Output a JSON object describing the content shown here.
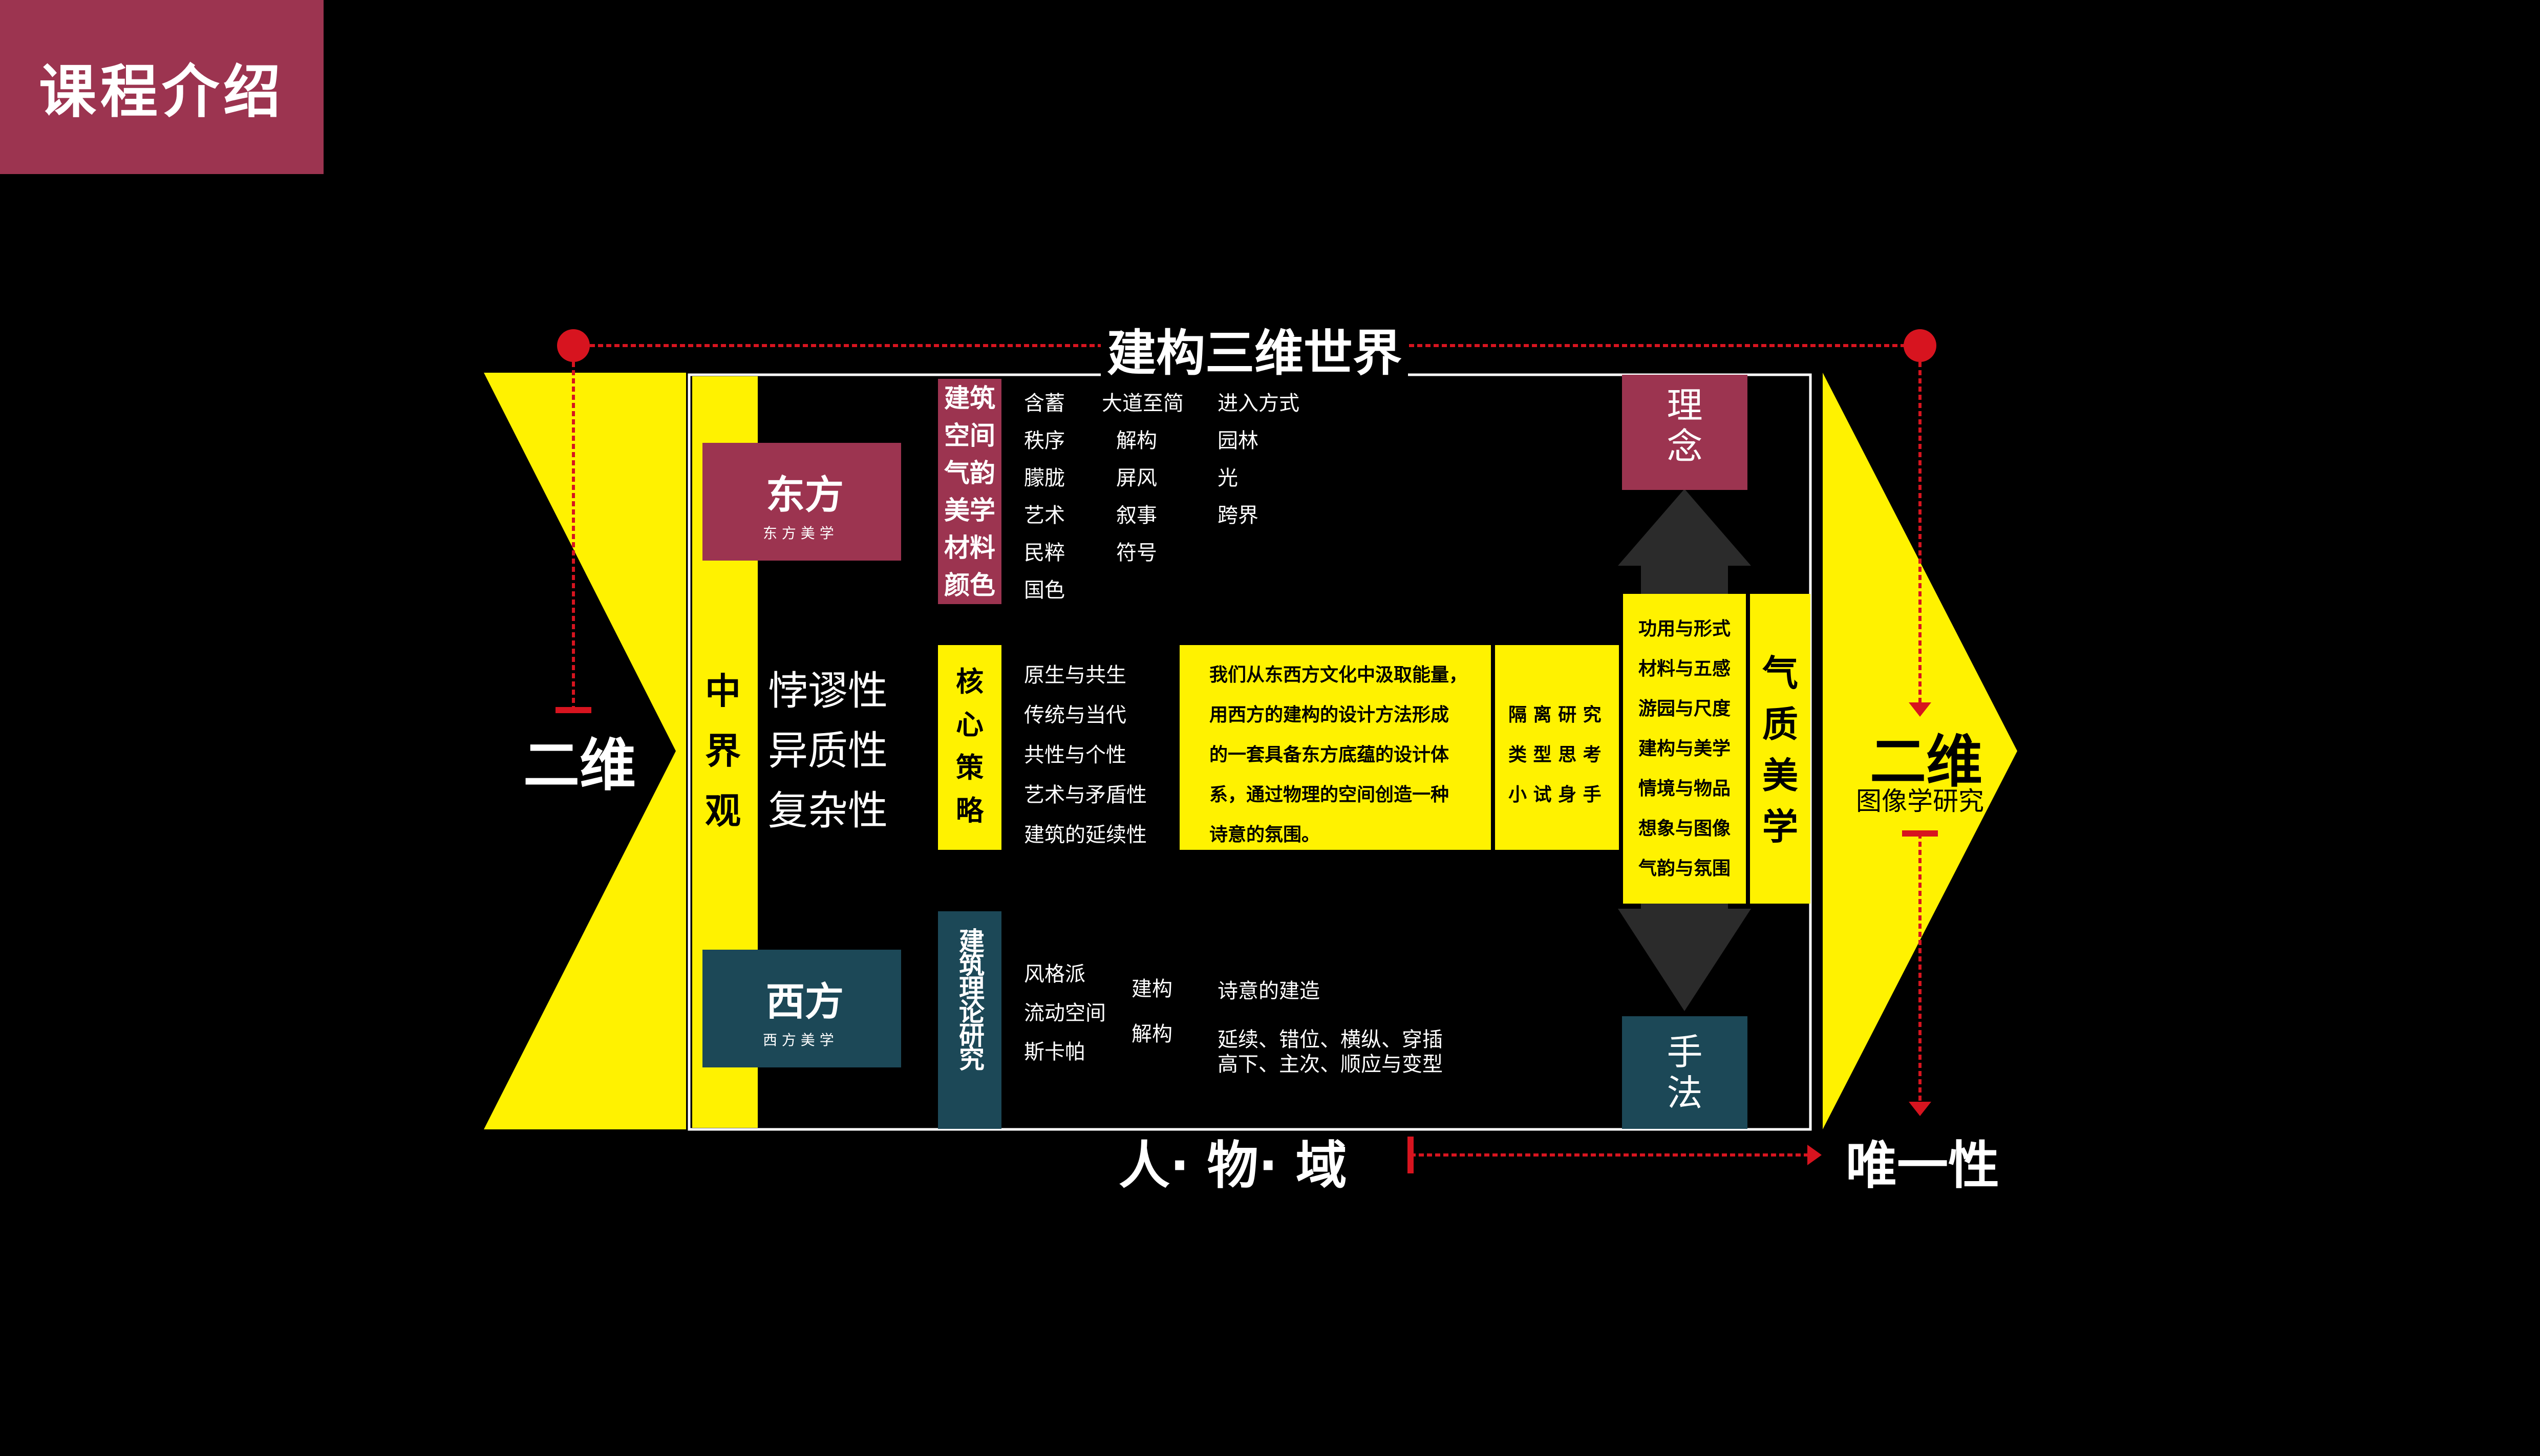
{
  "header": {
    "title": "课程介绍"
  },
  "top_label": "建构三维世界",
  "left_label": "二维",
  "right_label": {
    "main": "二维",
    "sub": "图像学研究"
  },
  "bottom_left": "人· 物· 域",
  "bottom_right": "唯一性",
  "center_label": {
    "vertical": [
      "中",
      "界",
      "观"
    ],
    "items": [
      "悖谬性",
      "异质性",
      "复杂性"
    ]
  },
  "east": {
    "title": "东方",
    "sub": "东 方 美 学"
  },
  "west": {
    "title": "西方",
    "sub": "西 方 美 学"
  },
  "east_tags": [
    "建筑",
    "空间",
    "气韵",
    "美学",
    "材料",
    "颜色"
  ],
  "east_col1": [
    "含蓄",
    "秩序",
    "朦胧",
    "艺术",
    "民粹",
    "国色"
  ],
  "east_col2": [
    "大道至简",
    "解构",
    "屏风",
    "叙事",
    "符号"
  ],
  "east_col3": [
    "进入方式",
    "园林",
    "光",
    "跨界"
  ],
  "core_tag": [
    "核",
    "心",
    "策",
    "略"
  ],
  "core_items": [
    "原生与共生",
    "传统与当代",
    "共性与个性",
    "艺术与矛盾性",
    "建筑的延续性"
  ],
  "core_text": [
    "我们从东西方文化中汲取能量，",
    "用西方的建构的设计方法形成",
    "的一套具备东方底蕴的设计体",
    "系，通过物理的空间创造一种",
    "诗意的氛围。"
  ],
  "study_text": [
    "隔 离 研 究",
    "类 型 思 考",
    "小 试 身 手"
  ],
  "qi_items": [
    "功用与形式",
    "材料与五感",
    "游园与尺度",
    "建构与美学",
    "情境与物品",
    "想象与图像",
    "气韵与氛围"
  ],
  "qi_label": [
    "气",
    "质",
    "美",
    "学"
  ],
  "concept": [
    "理",
    "念"
  ],
  "method": [
    "手",
    "法"
  ],
  "west_tag": "建筑理论研究",
  "west_col1": [
    "风格派",
    "流动空间",
    "斯卡帕"
  ],
  "west_col2": [
    "建构",
    "解构"
  ],
  "west_col3": [
    "诗意的建造",
    "延续、错位、横纵、穿插",
    "高下、主次、顺应与变型"
  ],
  "colors": {
    "yellow": "#fff200",
    "maroon": "#9c3450",
    "teal": "#1c4857",
    "red": "#d7141f",
    "arrow": "#2b2b2b"
  }
}
